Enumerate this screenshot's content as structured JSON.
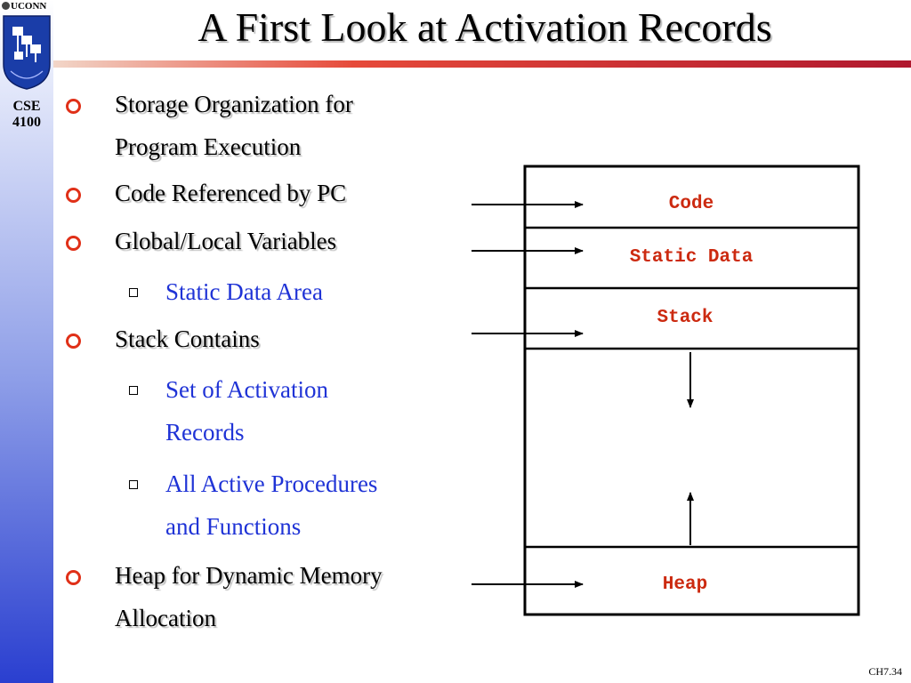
{
  "sidebar": {
    "logo_text": "UCONN",
    "course": "CSE",
    "number": "4100"
  },
  "slide": {
    "title": "A First Look at Activation Records",
    "bullets": [
      {
        "lines": [
          "Storage Organization for",
          "Program Execution"
        ]
      },
      {
        "lines": [
          "Code Referenced by PC"
        ]
      },
      {
        "lines": [
          "Global/Local Variables"
        ],
        "sub": [
          {
            "lines": [
              "Static Data Area"
            ]
          }
        ]
      },
      {
        "lines": [
          "Stack Contains"
        ],
        "sub": [
          {
            "lines": [
              "Set of Activation",
              "Records"
            ]
          },
          {
            "lines": [
              "All Active Procedures",
              "and Functions"
            ]
          }
        ]
      },
      {
        "lines": [
          "Heap for Dynamic Memory",
          "Allocation"
        ]
      }
    ]
  },
  "diagram": {
    "segments": [
      "Code",
      "Static Data",
      "Stack",
      "Heap"
    ]
  },
  "footer": {
    "page": "CH7.34"
  },
  "colors": {
    "bullet_text": "#000000",
    "sub_text": "#1f33d6",
    "segment_text": "#cc2a10",
    "rule": "#b0182e"
  }
}
